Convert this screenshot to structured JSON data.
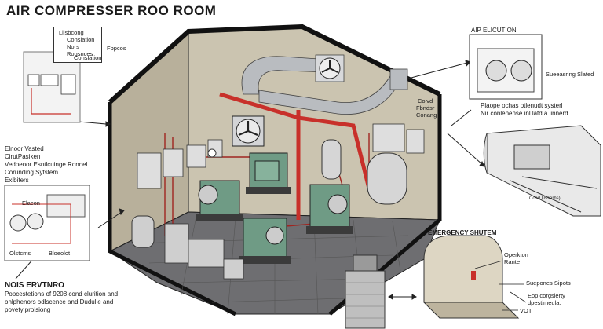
{
  "title": "AIR COMPRESSER ROO ROOM",
  "top_left_box": {
    "lines": [
      "Llisbcong",
      "Conslation",
      "Nors",
      "Rogsnces",
      "Conslation"
    ],
    "side_label": "Fbpcos"
  },
  "left_section": {
    "heading_lines": [
      "Elnoor Vasted",
      "CirutPasiken",
      "Vedpenor Esntlcuinge Ronnel",
      "Corunding Sytstem"
    ],
    "exhibits_label": "Exibiters",
    "diagram_label": "Elacon",
    "bottom_labels": [
      "Olstcms",
      "Bloeolot"
    ]
  },
  "bottom_left": {
    "heading": "NOIS ERVTNRO",
    "lines": [
      "Popcestetions of 9208 cond clurition and",
      "onlphenors odlscence and Dudulie and",
      "povety prolsiong"
    ]
  },
  "top_right": {
    "heading": "AIP ELICUTION",
    "side_label": "Sueeasring Slated",
    "caption_lines": [
      "Plaope ochas otlenudt systerl",
      "Nir conlenense inl latd a linnerd"
    ]
  },
  "room_labels": {
    "pipe_labels": [
      "Colvd",
      "Fbndsr",
      "Conang"
    ]
  },
  "emergency": {
    "heading": "EMERGENCY SHUTEM",
    "label1_lines": [
      "Operkton",
      "Rante"
    ],
    "label2": "Suepones Sipots",
    "label3_lines": [
      "Eop corgslerty",
      "dpestimeula,"
    ],
    "vent_label": "VOT"
  },
  "enclosure_label": "Cosd Ussarhs)",
  "colors": {
    "wall": "#c9c2ae",
    "floor": "#6f6f72",
    "pipe_red": "#c8302a",
    "duct": "#b9bcc0",
    "compressor": "#6f9b85"
  }
}
